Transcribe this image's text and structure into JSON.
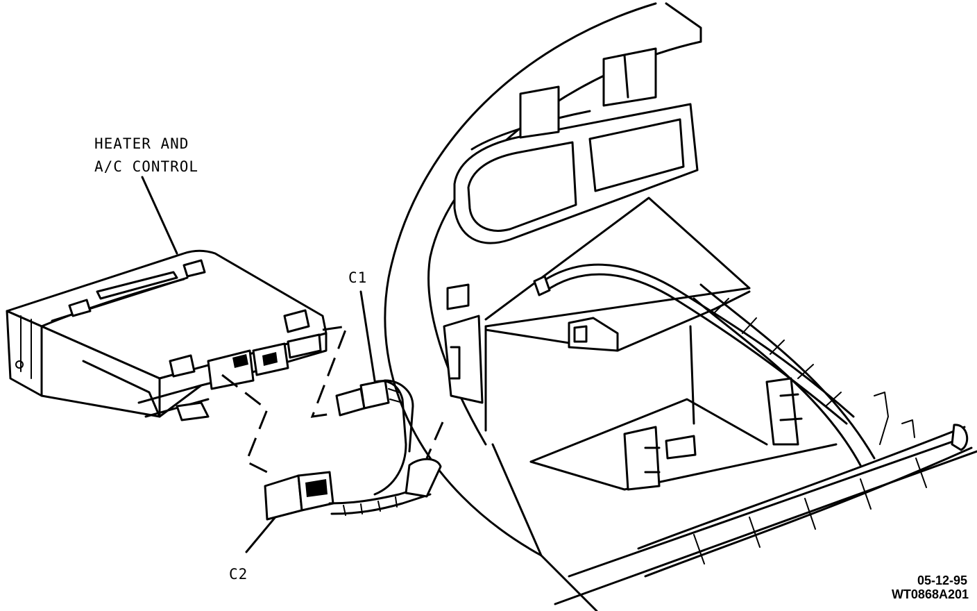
{
  "labels": {
    "heater_line1": "HEATER AND",
    "heater_line2": "A/C CONTROL",
    "c1": "C1",
    "c2": "C2"
  },
  "footer": {
    "date": "05-12-95",
    "code": "WT0868A201"
  }
}
